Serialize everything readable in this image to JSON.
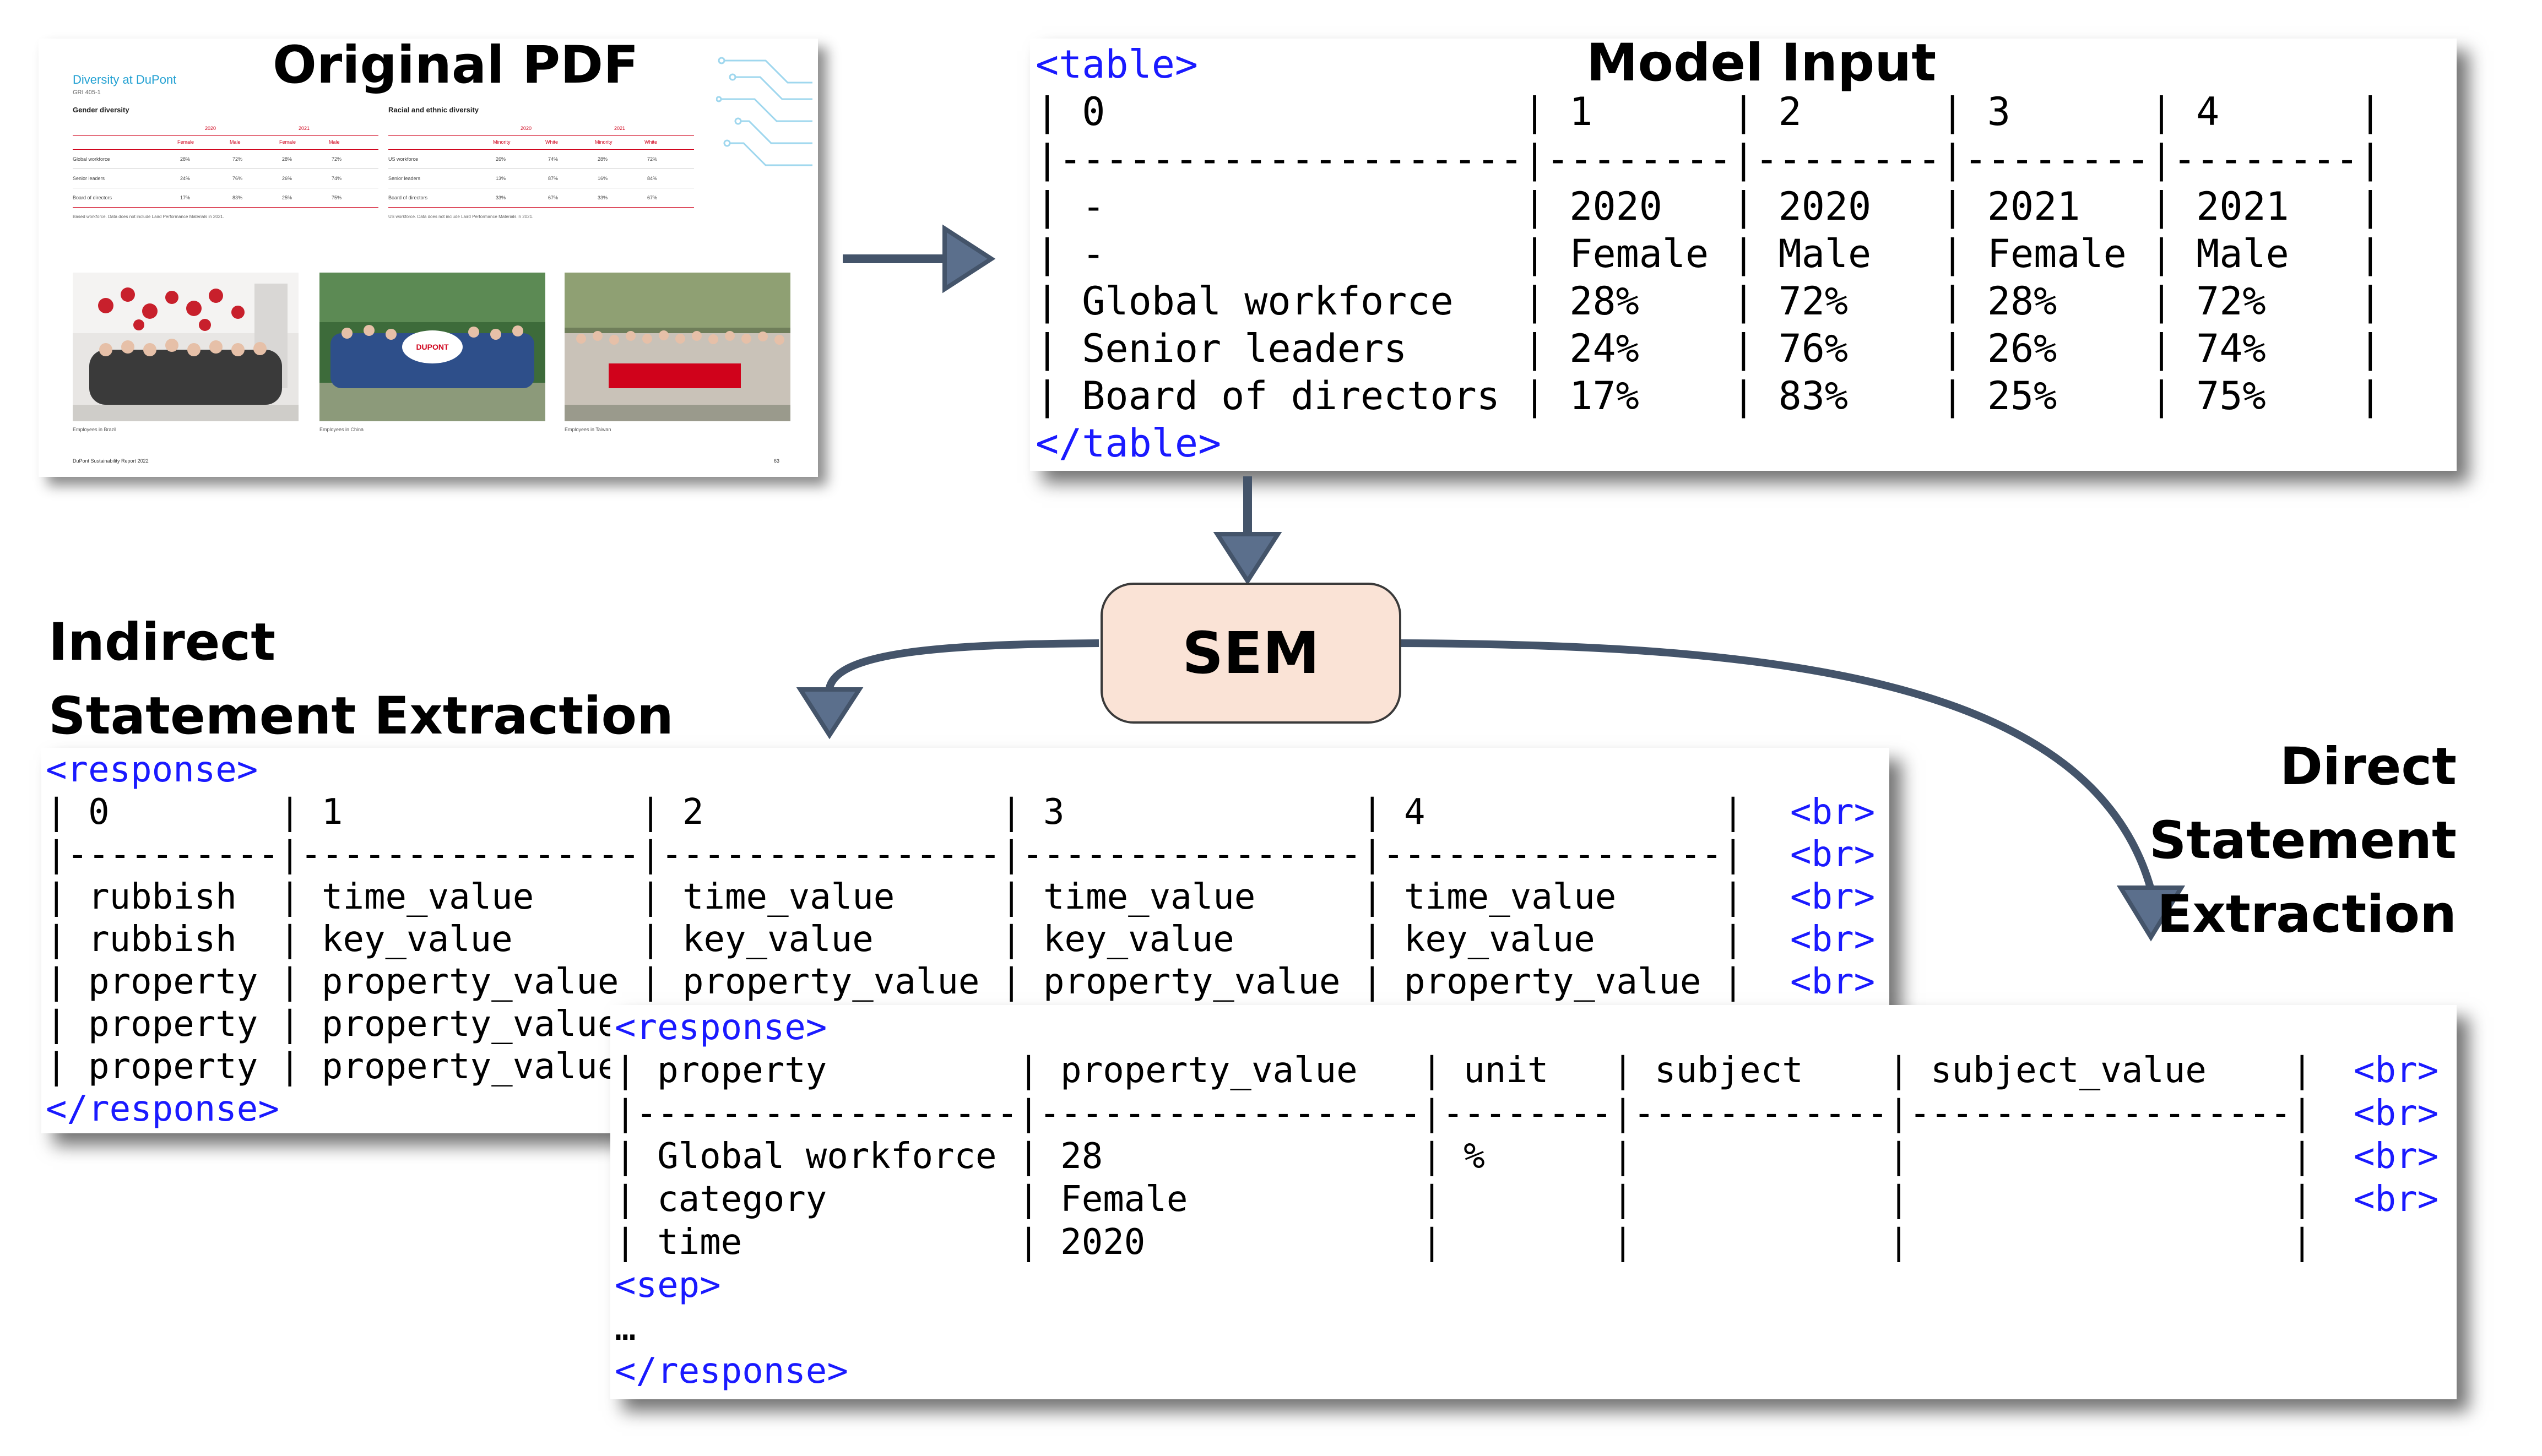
{
  "labels": {
    "original_pdf": "Original PDF",
    "model_input": "Model Input",
    "indirect_line1": "Indirect",
    "indirect_line2": "Statement Extraction",
    "direct_line1": "Direct",
    "direct_line2": "Statement",
    "direct_line3": "Extraction",
    "sem": "SEM"
  },
  "pdf": {
    "title": "Diversity at DuPont",
    "subtitle": "GRI 405-1",
    "gender_heading": "Gender diversity",
    "racial_heading": "Racial and ethnic diversity",
    "gender_cols": [
      "Female",
      "Male",
      "Female",
      "Male"
    ],
    "racial_cols": [
      "Minority",
      "White",
      "Minority",
      "White"
    ],
    "years": [
      "2020",
      "2021"
    ],
    "gender_rows": [
      {
        "label": "Global workforce",
        "values": [
          "28%",
          "72%",
          "28%",
          "72%"
        ]
      },
      {
        "label": "Senior leaders",
        "values": [
          "24%",
          "76%",
          "26%",
          "74%"
        ]
      },
      {
        "label": "Board of directors",
        "values": [
          "17%",
          "83%",
          "25%",
          "75%"
        ]
      }
    ],
    "racial_rows": [
      {
        "label": "US workforce",
        "values": [
          "26%",
          "74%",
          "28%",
          "72%"
        ]
      },
      {
        "label": "Senior leaders",
        "values": [
          "13%",
          "87%",
          "16%",
          "84%"
        ]
      },
      {
        "label": "Board of directors",
        "values": [
          "33%",
          "67%",
          "33%",
          "67%"
        ]
      }
    ],
    "note_left": "Based workforce. Data does not include Laird Performance Materials in 2021.",
    "note_right": "US workforce. Data does not include Laird Performance Materials in 2021.",
    "photo_captions": [
      "Employees in Brazil",
      "Employees in China",
      "Employees in Taiwan"
    ],
    "footer_left": "DuPont Sustainability Report 2022",
    "footer_right": "63"
  },
  "model_input": {
    "open_tag": "<table>",
    "close_tag": "</table>",
    "lines": [
      "| 0                  | 1      | 2      | 3      | 4      |",
      "|--------------------|--------|--------|--------|--------|",
      "| -                  | 2020   | 2020   | 2021   | 2021   |",
      "| -                  | Female | Male   | Female | Male   |",
      "| Global workforce   | 28%    | 72%    | 28%    | 72%    |",
      "| Senior leaders     | 24%    | 76%    | 26%    | 74%    |",
      "| Board of directors | 17%    | 83%    | 25%    | 75%    |"
    ]
  },
  "indirect": {
    "open_tag": "<response>",
    "close_tag": "</response>",
    "br": "<br>",
    "lines": [
      "| 0        | 1              | 2              | 3              | 4              |",
      "|----------|----------------|----------------|----------------|----------------|",
      "| rubbish  | time_value     | time_value     | time_value     | time_value     |",
      "| rubbish  | key_value      | key_value      | key_value      | key_value      |",
      "| property | property_value | property_value | property_value | property_value |",
      "| property | property_value",
      "| property | property_value"
    ]
  },
  "direct": {
    "open_tag": "<response>",
    "close_tag": "</response>",
    "sep_tag": "<sep>",
    "ellipsis": "…",
    "br": "<br>",
    "lines": [
      "| property         | property_value   | unit   | subject    | subject_value    |",
      "|------------------|------------------|--------|------------|------------------|",
      "| Global workforce | 28               | %      |            |                  |",
      "| category         | Female           |        |            |                  |",
      "| time             | 2020             |        |            |                  |"
    ]
  },
  "colors": {
    "arrow": "#44546a",
    "sem_fill": "#fae3d6",
    "tag": "#1a1aff",
    "pdf_accent": "#21a0d2",
    "pdf_red": "#d0021b"
  }
}
